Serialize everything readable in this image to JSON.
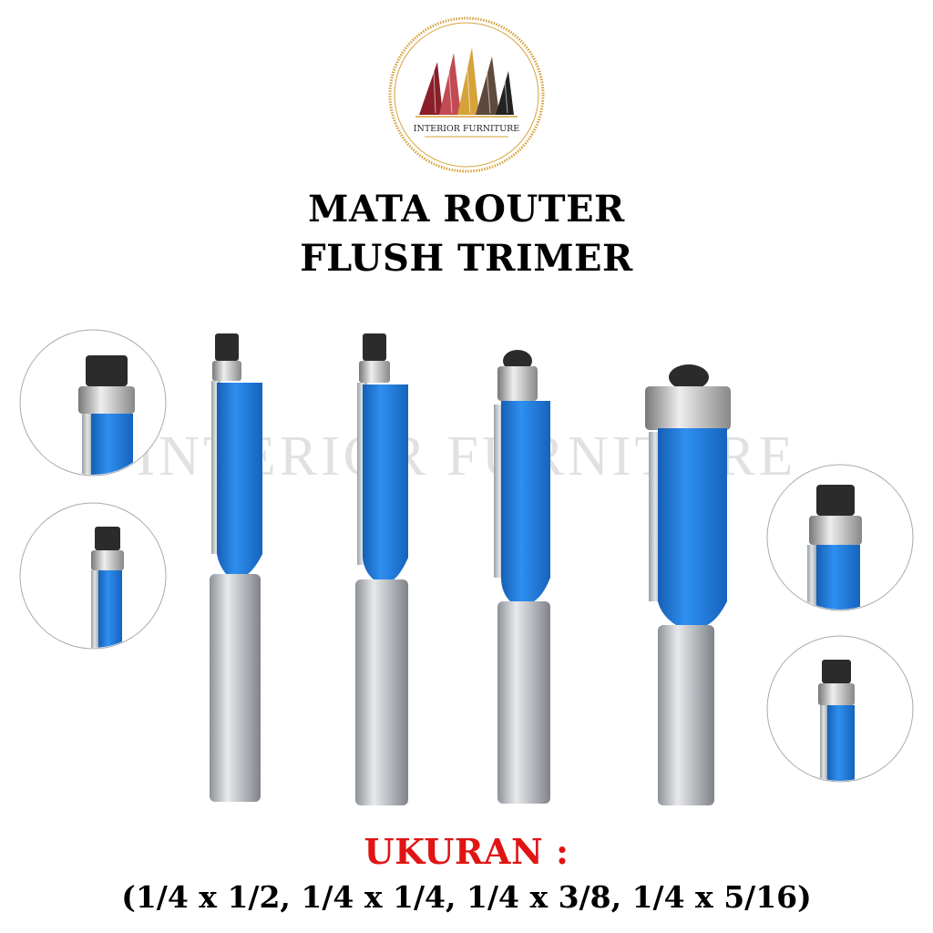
{
  "brand": {
    "logo_text": "INTERIOR FURNITURE",
    "watermark": "INTERIOR FURNITURE"
  },
  "title": {
    "line1": "MATA ROUTER",
    "line2": "FLUSH TRIMER"
  },
  "size_label": "UKURAN :",
  "sizes": "(1/4 x 1/2, 1/4 x 1/4, 1/4 x 3/8, 1/4 x 5/16)",
  "colors": {
    "bit_blue": "#1e78d6",
    "shank_grey": "#b9bcc1",
    "bearing_black": "#2b2b2b",
    "label_red": "#e11414",
    "logo_gold": "#d6a23a"
  },
  "icons": [
    "building-logo-icon",
    "router-bit-icon",
    "bearing-detail-icon"
  ]
}
